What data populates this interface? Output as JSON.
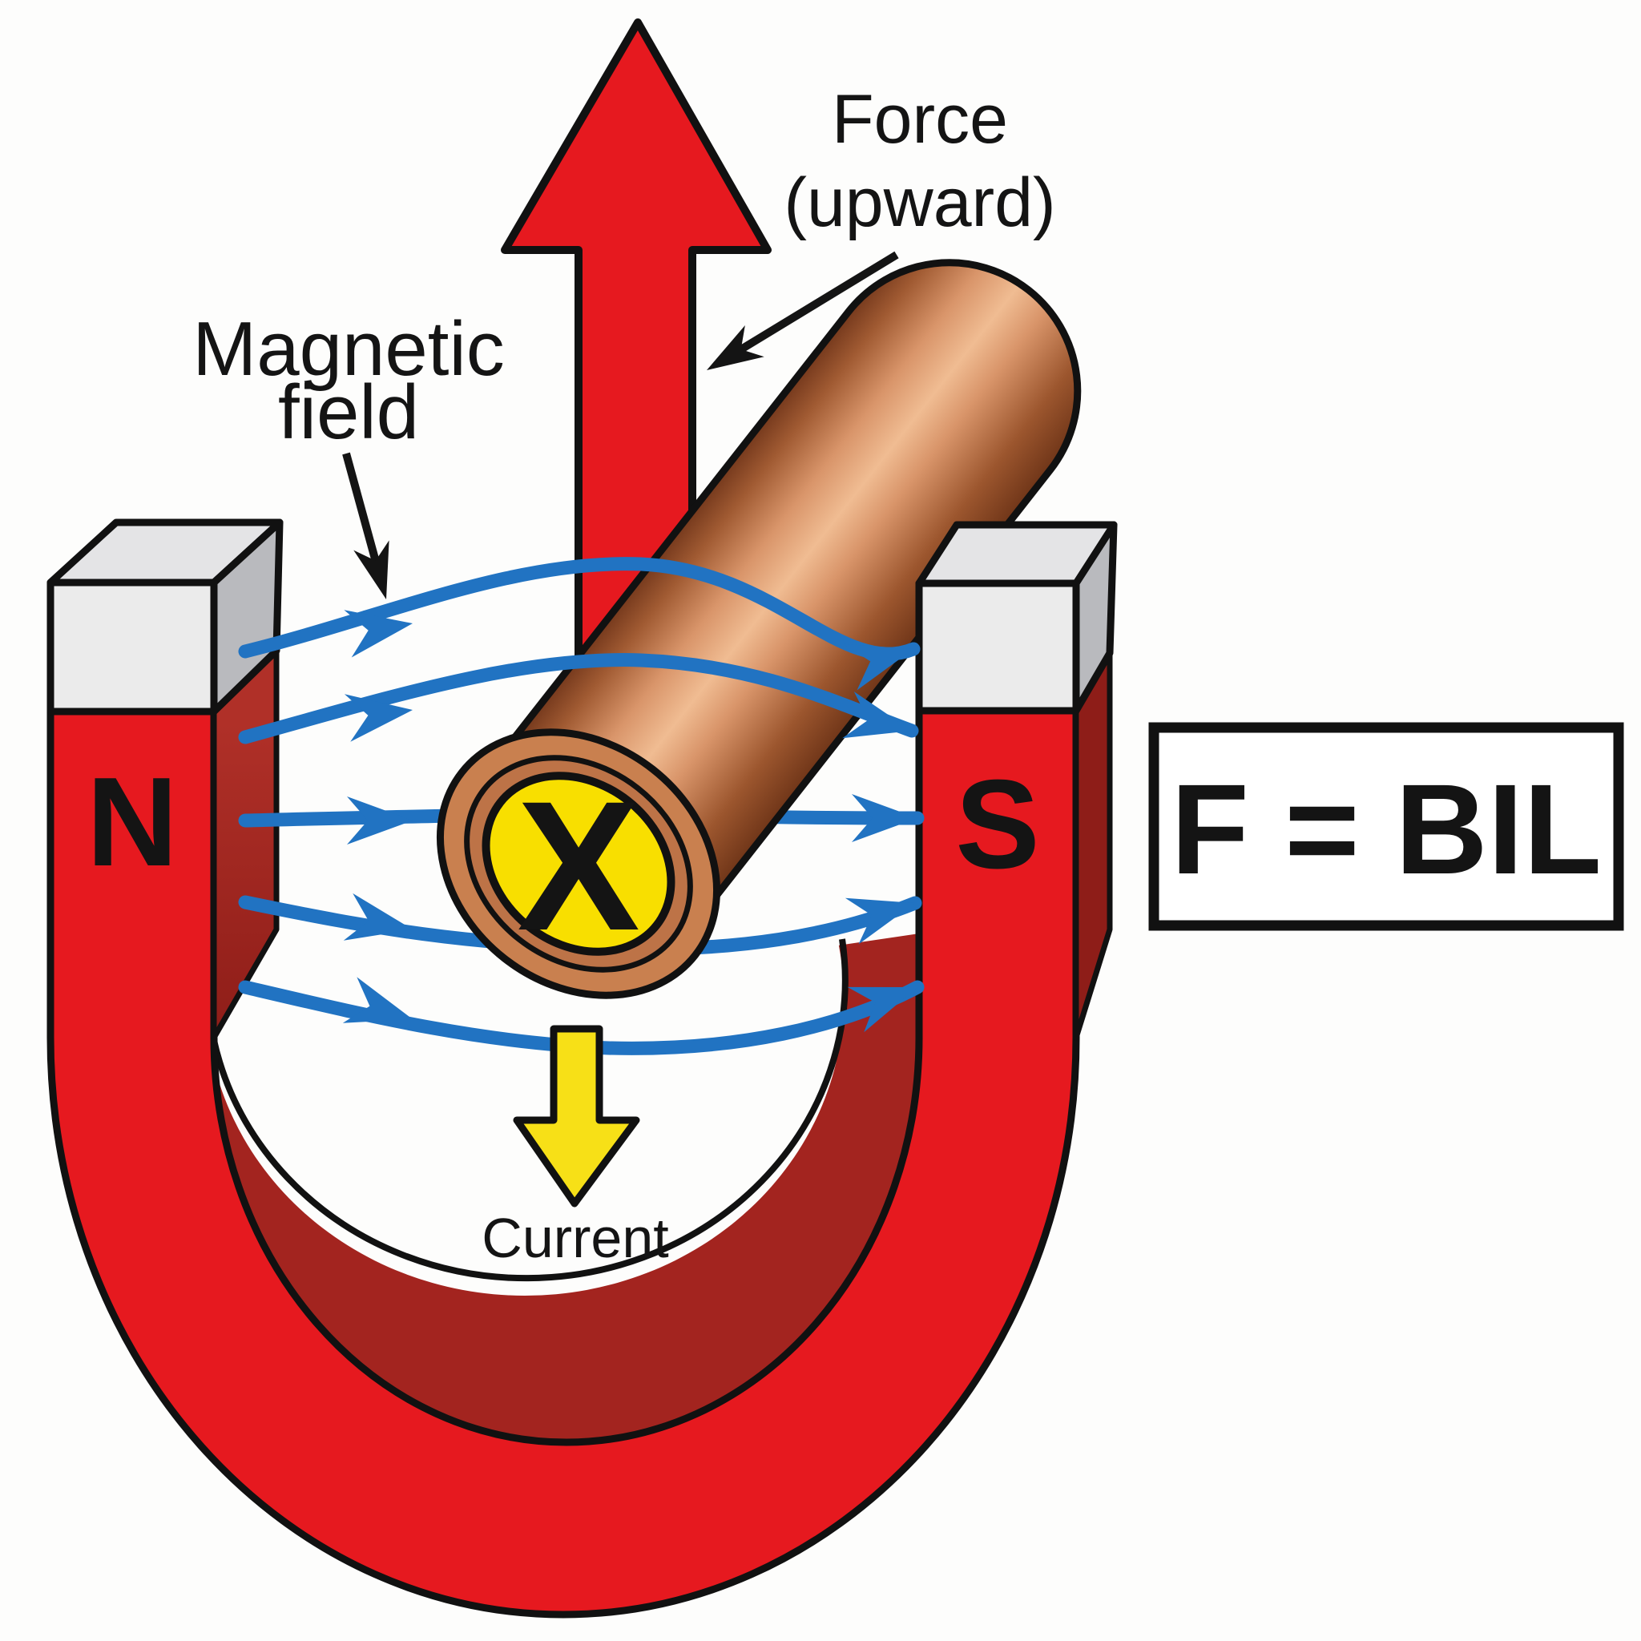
{
  "diagram": {
    "labels": {
      "force1": "Force",
      "force2": "(upward)",
      "magnetic1": "Magnetic",
      "magnetic2": "field",
      "current": "Current"
    },
    "poles": {
      "north": "N",
      "south": "S"
    },
    "conductor": {
      "current_symbol": "X"
    },
    "formula": "F = BIL",
    "colors": {
      "magnet_red": "#e6191f",
      "magnet_inner_red": "#a3241f",
      "pole_tip_grey": "#ebebeb",
      "pole_tip_side_grey": "#b9babe",
      "field_line_blue": "#2173c2",
      "copper_light": "#f0bc92",
      "copper_dark": "#8a4526",
      "current_marker_yellow": "#f8df00",
      "current_arrow_yellow": "#f7e017",
      "force_arrow_red": "#e6191f",
      "outline_black": "#111111"
    }
  }
}
